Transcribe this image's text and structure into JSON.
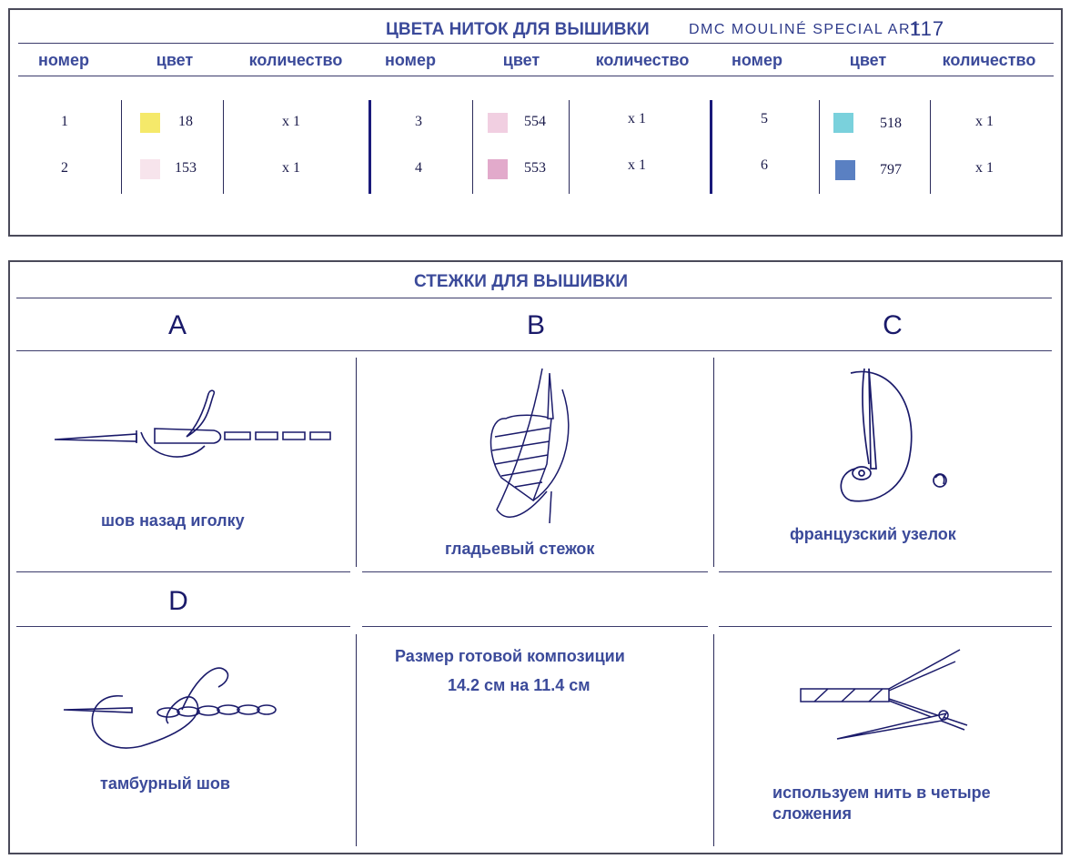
{
  "colors_table": {
    "title": "ЦВЕТА НИТОК ДЛЯ ВЫШИВКИ",
    "brand": "DMC MOULINÉ SPECIAL ART",
    "brand_number": "117",
    "headers": {
      "number": "номер",
      "color": "цвет",
      "quantity": "количество"
    },
    "threads": [
      {
        "number": "1",
        "code": "18",
        "swatch": "#f5e96a",
        "qty": "x 1"
      },
      {
        "number": "2",
        "code": "153",
        "swatch": "#f7e4ec",
        "qty": "x 1"
      },
      {
        "number": "3",
        "code": "554",
        "swatch": "#f1cfe1",
        "qty": "x 1"
      },
      {
        "number": "4",
        "code": "553",
        "swatch": "#e2aacb",
        "qty": "x 1"
      },
      {
        "number": "5",
        "code": "518",
        "swatch": "#7ad1dc",
        "qty": "x 1"
      },
      {
        "number": "6",
        "code": "797",
        "swatch": "#5a80c2",
        "qty": "x 1"
      }
    ]
  },
  "stitches": {
    "title": "СТЕЖКИ ДЛЯ ВЫШИВКИ",
    "items": [
      {
        "letter": "A",
        "label": "шов назад иголку",
        "icon": "backstitch-icon"
      },
      {
        "letter": "B",
        "label": "гладьевый стежок",
        "icon": "satin-stitch-icon"
      },
      {
        "letter": "C",
        "label": "французский узелок",
        "icon": "french-knot-icon"
      },
      {
        "letter": "D",
        "label": "тамбурный шов",
        "icon": "chain-stitch-icon"
      }
    ],
    "size_line1": "Размер готовой композиции",
    "size_line2": "14.2 см на 11.4 см",
    "thread_note": "используем нить в четыре сложения",
    "thread_icon": "four-strand-thread-icon"
  }
}
